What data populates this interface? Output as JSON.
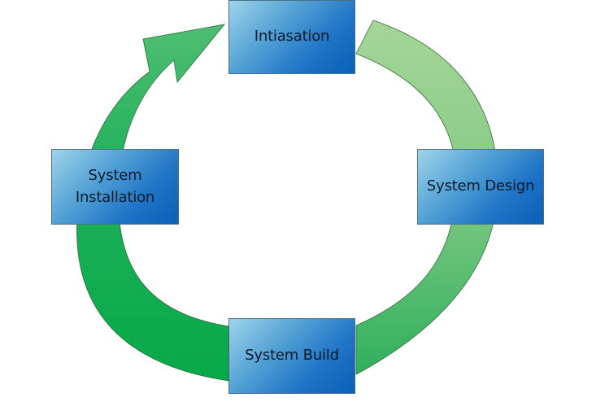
{
  "diagram": {
    "stages": {
      "initiation": "Intiasation",
      "design": "System Design",
      "build": "System Build",
      "installation": "System\nInstallation"
    },
    "flow": [
      "initiation",
      "design",
      "build",
      "installation",
      "initiation"
    ],
    "colors": {
      "box_light": "#9fd4ea",
      "box_dark": "#0a5fb8",
      "box_border": "#4a6f8a",
      "arrow_light": "#a6d598",
      "arrow_dark": "#0aaa4a",
      "arrow_border": "#2f6b3a"
    }
  }
}
